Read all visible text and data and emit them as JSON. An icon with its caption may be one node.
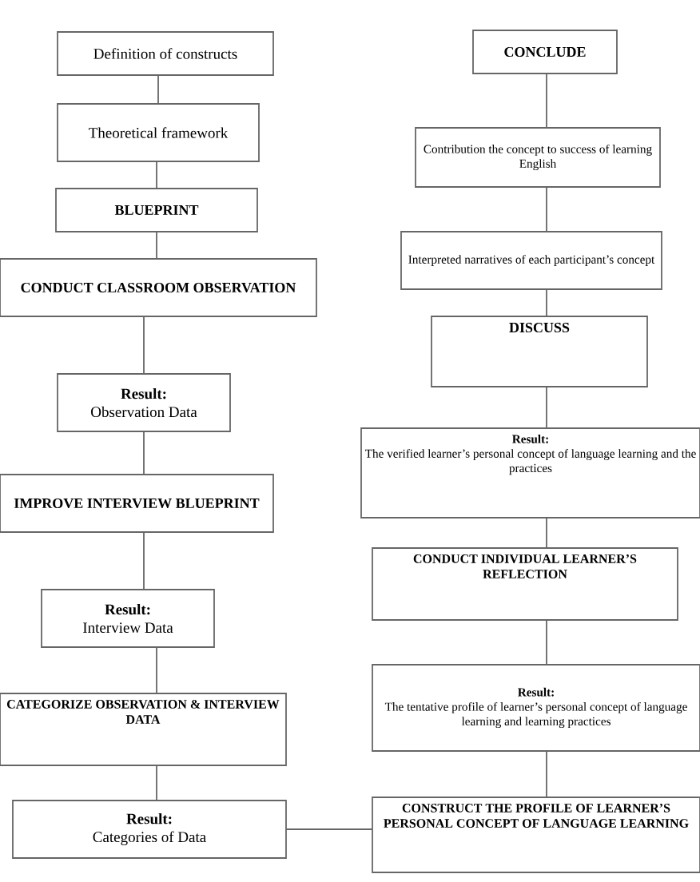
{
  "diagram": {
    "nodes": [
      {
        "text": [
          "Definition of constructs"
        ]
      },
      {
        "text": [
          "Theoretical framework"
        ]
      },
      {
        "text": [
          "BLUEPRINT"
        ]
      },
      {
        "text": [
          "CONDUCT CLASSROOM OBSERVATION"
        ]
      },
      {
        "text": [
          "Result:",
          "Observation Data"
        ]
      },
      {
        "text": [
          "IMPROVE INTERVIEW BLUEPRINT"
        ]
      },
      {
        "text": [
          "Result:",
          "Interview Data"
        ]
      },
      {
        "text": [
          "CATEGORIZE OBSERVATION & INTERVIEW DATA"
        ]
      },
      {
        "text": [
          "Result:",
          "Categories of Data"
        ]
      },
      {
        "text": [
          "CONSTRUCT THE PROFILE OF LEARNER’S PERSONAL CONCEPT OF LANGUAGE LEARNING"
        ]
      },
      {
        "text": [
          "Result:",
          "The tentative profile of learner’s personal concept of language learning and learning practices"
        ]
      },
      {
        "text": [
          "CONDUCT INDIVIDUAL LEARNER’S REFLECTION"
        ]
      },
      {
        "text": [
          "Result:",
          "The verified learner’s personal concept of language learning and the practices"
        ]
      },
      {
        "text": [
          "DISCUSS"
        ]
      },
      {
        "text": [
          "Interpreted narratives of each participant’s concept"
        ]
      },
      {
        "text": [
          "Contribution the concept to success of learning English"
        ]
      },
      {
        "text": [
          "CONCLUDE"
        ]
      }
    ],
    "edges": [
      {
        "from": 0,
        "to": 1,
        "arrow": "none"
      },
      {
        "from": 1,
        "to": 2,
        "arrow": "none"
      },
      {
        "from": 2,
        "to": 3,
        "arrow": "none"
      },
      {
        "from": 3,
        "to": 4,
        "arrow": "none"
      },
      {
        "from": 4,
        "to": 5,
        "arrow": "none"
      },
      {
        "from": 5,
        "to": 6,
        "arrow": "none"
      },
      {
        "from": 6,
        "to": 7,
        "arrow": "none"
      },
      {
        "from": 7,
        "to": 8,
        "arrow": "none"
      },
      {
        "from": 8,
        "to": 9,
        "arrow": "none"
      },
      {
        "from": 9,
        "to": 10,
        "arrow": "none"
      },
      {
        "from": 10,
        "to": 11,
        "arrow": "none"
      },
      {
        "from": 11,
        "to": 12,
        "arrow": "none"
      },
      {
        "from": 12,
        "to": 13,
        "arrow": "none"
      },
      {
        "from": 13,
        "to": 14,
        "arrow": "none"
      },
      {
        "from": 14,
        "to": 15,
        "arrow": "none"
      },
      {
        "from": 15,
        "to": 16,
        "arrow": "none"
      }
    ]
  }
}
